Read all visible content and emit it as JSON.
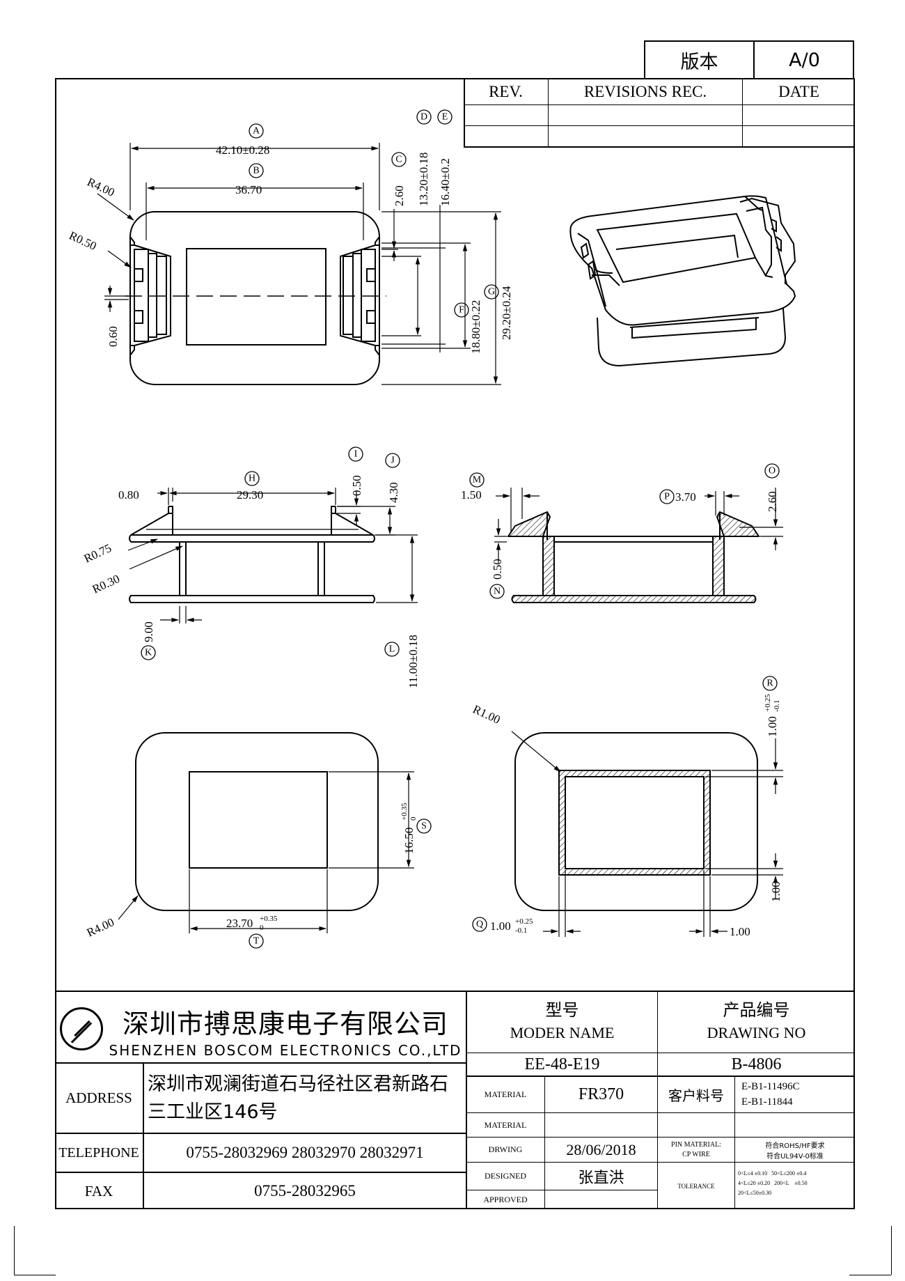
{
  "version_box": {
    "label": "版本",
    "value": "A/0"
  },
  "revisions": {
    "rev": "REV.",
    "rec": "REVISIONS REC.",
    "date": "DATE"
  },
  "dims": {
    "A": "42.10±0.28",
    "B": "36.70",
    "C": "2.60",
    "D": "13.20±0.18",
    "E": "16.40±0.2",
    "F": "18.80±0.22",
    "G": "29.20±0.24",
    "R400": "R4.00",
    "R050": "R0.50",
    "d060": "0.60",
    "d080": "0.80",
    "H": "29.30",
    "I": "0.50",
    "J": "4.30",
    "R075": "R0.75",
    "R030": "R0.30",
    "K": "9.00",
    "L": "11.00±0.18",
    "M": "1.50",
    "N": "0.50",
    "P": "3.70",
    "O": "2.60",
    "S_base": "16.50",
    "S_tol_up": "+0.35",
    "S_tol_dn": "0",
    "T_base": "23.70",
    "T_tol_up": "+0.35",
    "T_tol_dn": "0",
    "R100": "R1.00",
    "Q_base": "1.00",
    "Q_tol_up": "+0.25",
    "Q_tol_dn": "-0.1",
    "R_base": "1.00",
    "R_tol_up": "+0.25",
    "R_tol_dn": "-0.1",
    "d100a": "1.00",
    "d100b": "1.00"
  },
  "letters": {
    "A": "A",
    "B": "B",
    "C": "C",
    "D": "D",
    "E": "E",
    "F": "F",
    "G": "G",
    "H": "H",
    "I": "I",
    "J": "J",
    "K": "K",
    "L": "L",
    "M": "M",
    "N": "N",
    "O": "O",
    "P": "P",
    "Q": "Q",
    "R": "R",
    "S": "S",
    "T": "T"
  },
  "title_block": {
    "company_cn": "深圳市搏思康电子有限公司",
    "company_en": "SHENZHEN BOSCOM ELECTRONICS CO.,LTD",
    "address_label": "ADDRESS",
    "address_value": "深圳市观澜街道石马径社区君新路石三工业区146号",
    "telephone_label": "TELEPHONE",
    "telephone_value": "0755-28032969 28032970 28032971",
    "fax_label": "FAX",
    "fax_value": "0755-28032965",
    "model_cn": "型号",
    "model_en": "MODER NAME",
    "model_value": "EE-48-E19",
    "drawing_cn": "产品编号",
    "drawing_en": "DRAWING NO",
    "drawing_value": "B-4806",
    "material_label": "MATERIAL",
    "material_value": "FR370",
    "material2_label": "MATERIAL",
    "material2_value": "",
    "customer_label": "客户料号",
    "customer_value1": "E-B1-11496C",
    "customer_value2": "E-B1-11844",
    "drwing_label": "DRWING",
    "drwing_value": "28/06/2018",
    "pin_label1": "PIN MATERIAL:",
    "pin_label2": "CP WIRE",
    "pin_value1": "符合ROHS/HF要求",
    "pin_value2": "符合UL94V-0标准",
    "designed_label": "DESIGNED",
    "designed_value": "张直洪",
    "approved_label": "APPROVED",
    "approved_value": "",
    "tolerance_label": "TOLERANCE",
    "tol_line1": "0<L≤4 ±0.10   50<L≤200 ±0.4",
    "tol_line2": "4<L≤20 ±0.20   200<L    ±0.50",
    "tol_line3": "20<L≤50±0.30"
  }
}
